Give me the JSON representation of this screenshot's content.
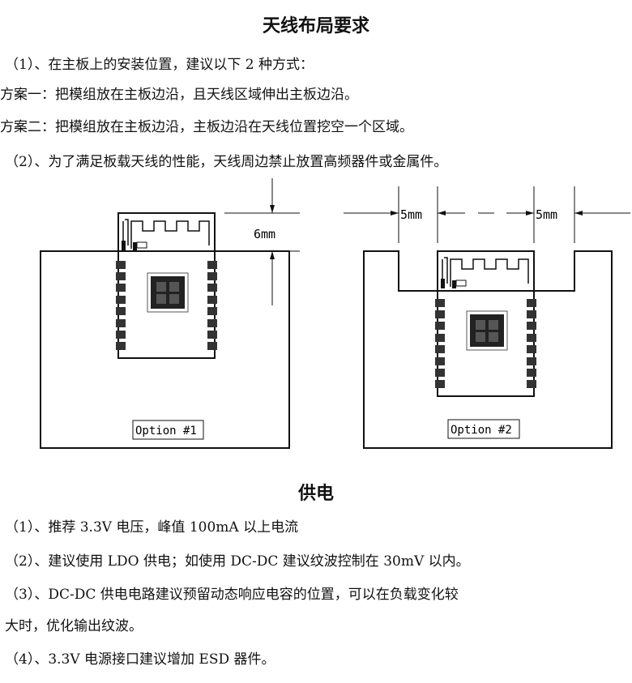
{
  "antenna_section": {
    "title": "天线布局要求",
    "lines": [
      "（1）、在主板上的安装位置，建议以下 2 种方式：",
      "方案一：把模组放在主板边沿，且天线区域伸出主板边沿。",
      "方案二：把模组放在主板边沿，主板边沿在天线位置挖空一个区域。",
      "（2）、为了满足板载天线的性能，天线周边禁止放置高频器件或金属件。"
    ],
    "diagram": {
      "option1_label": "Option #1",
      "option1_dimension": "6mm",
      "option2_label": "Option #2",
      "option2_dimension_left": "5mm",
      "option2_dimension_right": "5mm"
    }
  },
  "power_section": {
    "title": "供电",
    "lines": [
      "（1）、推荐 3.3V 电压，峰值 100mA 以上电流",
      "（2）、建议使用 LDO 供电；如使用 DC-DC 建议纹波控制在 30mV 以内。",
      "（3）、DC-DC 供电电路建议预留动态响应电容的位置，可以在负载变化较",
      "大时，优化输出纹波。",
      "（4）、3.3V 电源接口建议增加 ESD 器件。"
    ]
  }
}
